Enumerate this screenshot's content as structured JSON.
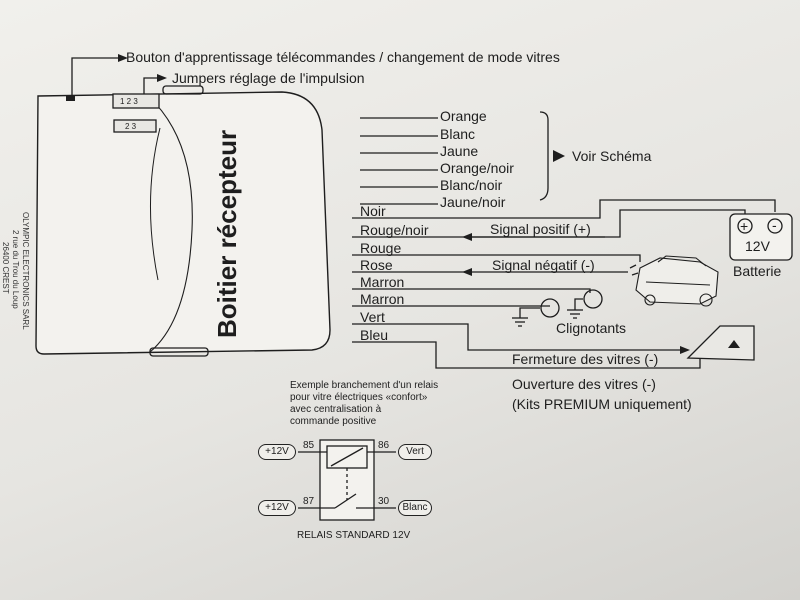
{
  "callouts": {
    "learn_button": "Bouton d'apprentissage télécommandes / changement de mode vitres",
    "jumpers": "Jumpers réglage de l'impulsion"
  },
  "receiver": {
    "title": "Boitier récepteur",
    "maker_lines": [
      "OLYMPIC ELECTRONICS SARL",
      "2 rue du Trou du Loup",
      "26400 CREST"
    ],
    "jumper_labels": [
      "1 2 3",
      "2 3"
    ]
  },
  "wires": {
    "schema_group": [
      "Orange",
      "Blanc",
      "Jaune",
      "Orange/noir",
      "Blanc/noir",
      "Jaune/noir"
    ],
    "schema_ref": "Voir Schéma",
    "main": [
      "Noir",
      "Rouge/noir",
      "Rouge",
      "Rose",
      "Marron",
      "Marron",
      "Vert",
      "Bleu"
    ]
  },
  "signals": {
    "positive": "Signal positif (+)",
    "negative": "Signal négatif (-)",
    "turn_signals": "Clignotants",
    "close_windows": "Fermeture des vitres (-)",
    "open_windows": "Ouverture des vitres (-)",
    "premium_note": "(Kits PREMIUM uniquement)"
  },
  "battery": {
    "voltage": "12V",
    "label": "Batterie",
    "plus": "+",
    "minus": "-"
  },
  "relay": {
    "caption_lines": [
      "Exemple branchement d'un relais",
      "pour vitre électriques «confort»",
      "avec centralisation à",
      "commande positive"
    ],
    "pin_85": "85",
    "pin_86": "86",
    "pin_87": "87",
    "pin_30": "30",
    "left_top": "+12V",
    "left_bottom": "+12V",
    "right_top": "Vert",
    "right_bottom": "Blanc",
    "footer": "RELAIS STANDARD 12V"
  },
  "colors": {
    "ink": "#1e1e1e",
    "paper": "#eeede9",
    "box": "#f4f3ef"
  }
}
